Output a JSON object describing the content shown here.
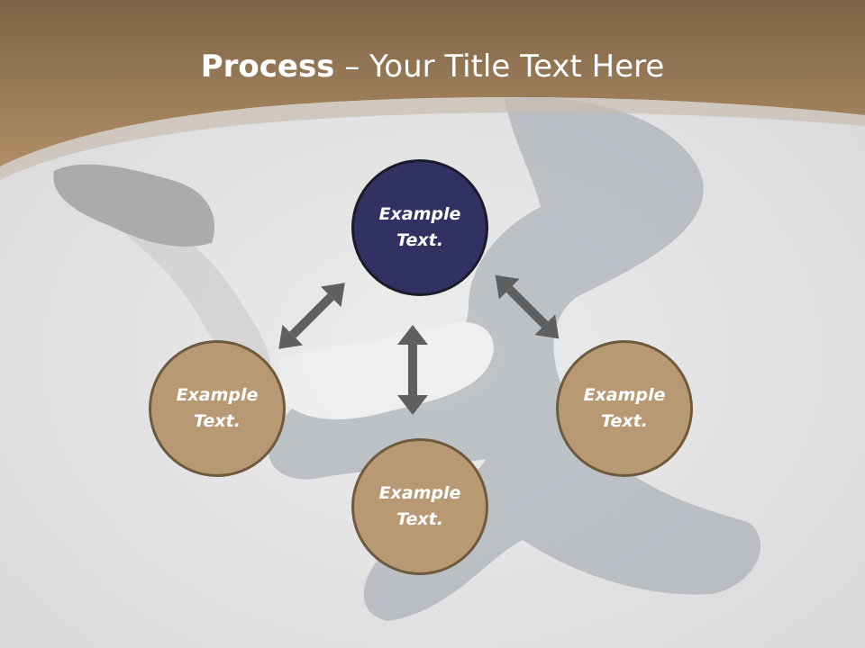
{
  "slide": {
    "title_bold": "Process",
    "title_rest": " – Your Title Text Here"
  },
  "diagram": {
    "nodes": [
      {
        "id": "top",
        "label": "Example Text.",
        "color": "#323262"
      },
      {
        "id": "left",
        "label": "Example Text.",
        "color": "#b79a74"
      },
      {
        "id": "right",
        "label": "Example Text.",
        "color": "#b79a74"
      },
      {
        "id": "bottom",
        "label": "Example Text.",
        "color": "#b79a74"
      }
    ],
    "arrow_color": "#5f5f5f",
    "header_color": "#a98a65"
  }
}
